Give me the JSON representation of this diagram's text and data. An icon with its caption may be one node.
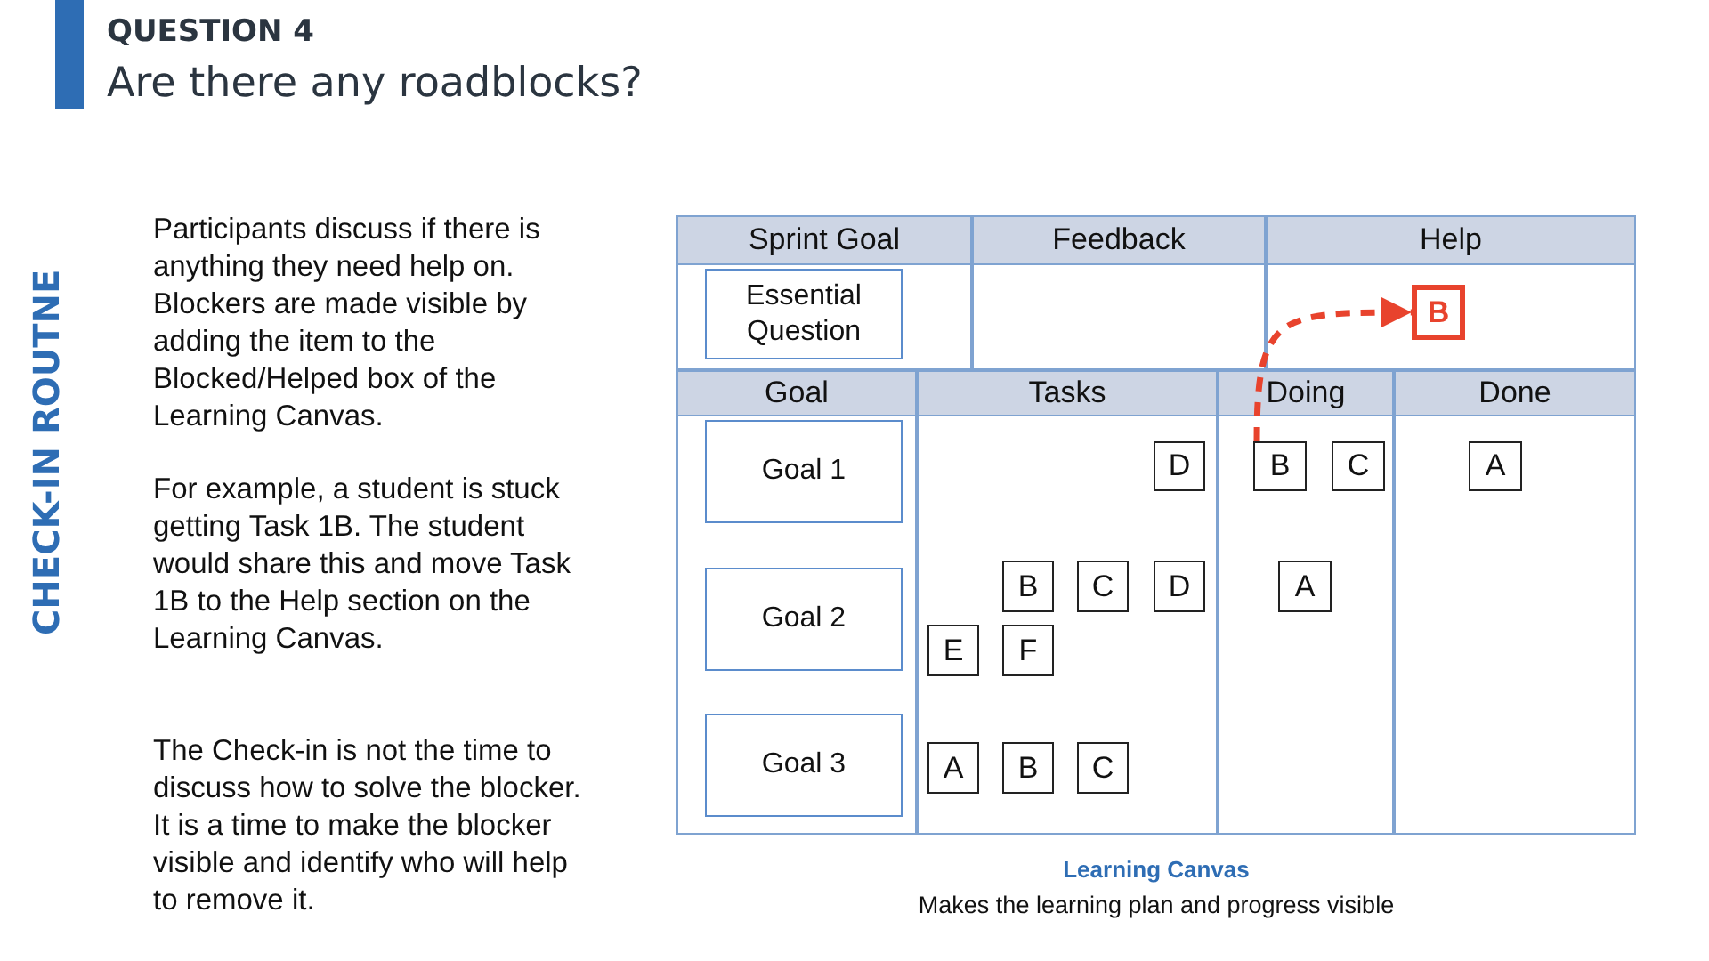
{
  "diagram": {
    "title": "Are there any roadblocks?",
    "nodes": [
      {
        "text": [
          "Sprint Goal"
        ]
      },
      {
        "text": [
          "Essential Question"
        ],
        "in": 0
      },
      {
        "text": [
          "Feedback"
        ]
      },
      {
        "text": [
          "Help"
        ]
      },
      {
        "text": [
          "B"
        ],
        "in": 3
      },
      {
        "text": [
          "Goal"
        ]
      },
      {
        "text": [
          "Goal 1"
        ],
        "in": 5
      },
      {
        "text": [
          "Goal 2"
        ],
        "in": 5
      },
      {
        "text": [
          "Goal 3"
        ],
        "in": 5
      },
      {
        "text": [
          "Tasks"
        ]
      },
      {
        "text": [
          "D"
        ],
        "in": 9
      },
      {
        "text": [
          "B"
        ],
        "in": 9
      },
      {
        "text": [
          "C"
        ],
        "in": 9
      },
      {
        "text": [
          "D"
        ],
        "in": 9
      },
      {
        "text": [
          "E"
        ],
        "in": 9
      },
      {
        "text": [
          "F"
        ],
        "in": 9
      },
      {
        "text": [
          "A"
        ],
        "in": 9
      },
      {
        "text": [
          "B"
        ],
        "in": 9
      },
      {
        "text": [
          "C"
        ],
        "in": 9
      },
      {
        "text": [
          "Doing"
        ]
      },
      {
        "text": [
          "B"
        ],
        "in": 19
      },
      {
        "text": [
          "C"
        ],
        "in": 19
      },
      {
        "text": [
          "A"
        ],
        "in": 19
      },
      {
        "text": [
          "Done"
        ]
      },
      {
        "text": [
          "A"
        ],
        "in": 23
      }
    ],
    "edges": [
      {
        "from": 20,
        "to": 4,
        "arrow": "to",
        "style": "dashed",
        "color": "#e8432d"
      }
    ],
    "labels": [
      "QUESTION 4",
      "CHECK-IN ROUTNE",
      "Participants discuss if there is anything they need help on. Blockers are made visible by adding the item to the Blocked/Helped box of the Learning Canvas.",
      "For example, a student is stuck getting Task 1B. The student would share this and move Task 1B to the Help section on the Learning Canvas.",
      "The Check-in is not the time to discuss how to solve the blocker. It is a time to make the blocker visible and identify who will help to remove it.",
      "Learning Canvas",
      "Makes the learning plan and progress visible"
    ]
  }
}
